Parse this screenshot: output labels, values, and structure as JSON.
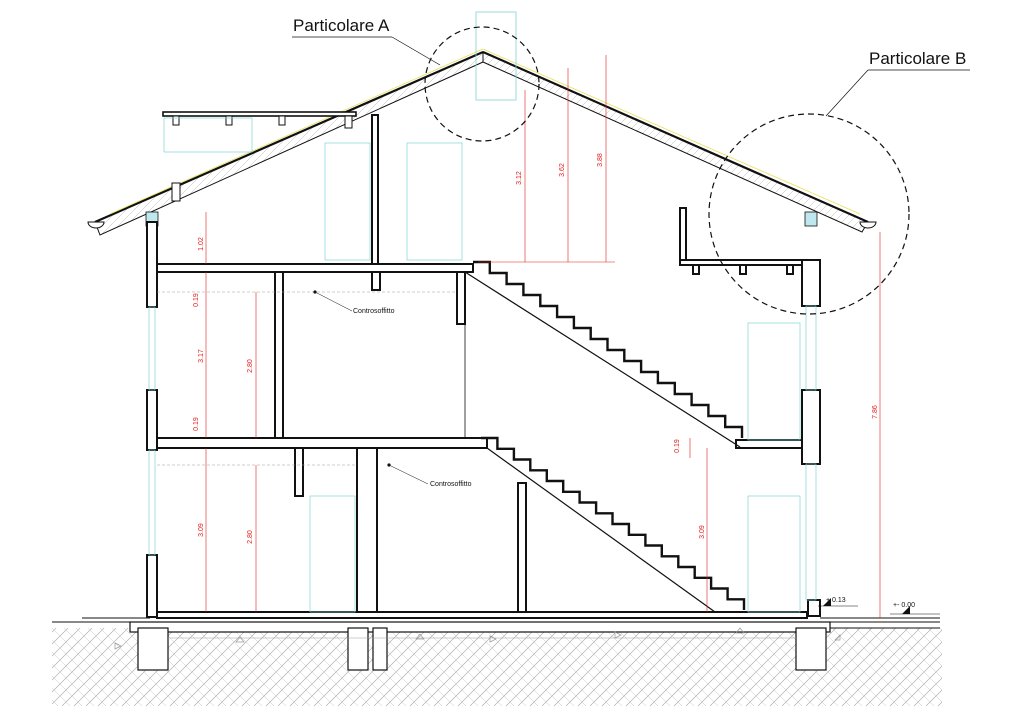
{
  "callouts": {
    "detail_a": "Particolare A",
    "detail_b": "Particolare B"
  },
  "notes": {
    "ceiling_upper": "Controsoffitto",
    "ceiling_lower": "Controsoffitto"
  },
  "levels": {
    "ground": "+- 0.00",
    "floor": "+ 0.13"
  },
  "dimensions": {
    "attic_wall_height": "1.02",
    "ridge_312": "3.12",
    "ridge_362": "3.62",
    "ridge_388": "3.88",
    "slab_upper_top": "0.19",
    "floor_height_upper": "3.17",
    "room_height_upper": "2.80",
    "slab_upper_bottom": "0.19",
    "floor_height_lower": "3.09",
    "room_height_lower": "2.80",
    "stair_slab": "0.19",
    "stair_height": "3.09",
    "total_height": "7.86"
  },
  "colors": {
    "line": "#111111",
    "dimension": "#e0201e",
    "cyan": "#7fd6d6",
    "hatch": "#9a9a9a"
  }
}
